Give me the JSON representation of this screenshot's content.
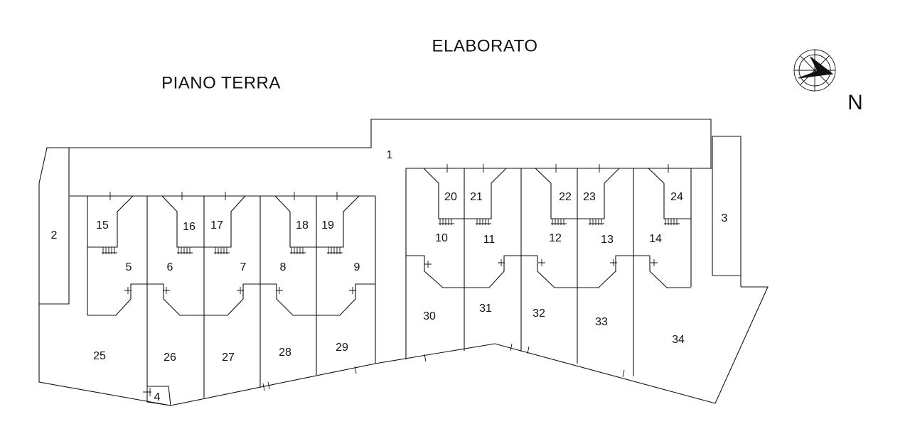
{
  "header": {
    "title": "ELABORATO",
    "subtitle": "PIANO TERRA",
    "north_label": "N"
  },
  "units": [
    {
      "id": "1",
      "label": "1"
    },
    {
      "id": "2",
      "label": "2"
    },
    {
      "id": "3",
      "label": "3"
    },
    {
      "id": "4",
      "label": "4"
    },
    {
      "id": "5",
      "label": "5"
    },
    {
      "id": "6",
      "label": "6"
    },
    {
      "id": "7",
      "label": "7"
    },
    {
      "id": "8",
      "label": "8"
    },
    {
      "id": "9",
      "label": "9"
    },
    {
      "id": "10",
      "label": "10"
    },
    {
      "id": "11",
      "label": "11"
    },
    {
      "id": "12",
      "label": "12"
    },
    {
      "id": "13",
      "label": "13"
    },
    {
      "id": "14",
      "label": "14"
    },
    {
      "id": "15",
      "label": "15"
    },
    {
      "id": "16",
      "label": "16"
    },
    {
      "id": "17",
      "label": "17"
    },
    {
      "id": "18",
      "label": "18"
    },
    {
      "id": "19",
      "label": "19"
    },
    {
      "id": "20",
      "label": "20"
    },
    {
      "id": "21",
      "label": "21"
    },
    {
      "id": "22",
      "label": "22"
    },
    {
      "id": "23",
      "label": "23"
    },
    {
      "id": "24",
      "label": "24"
    },
    {
      "id": "25",
      "label": "25"
    },
    {
      "id": "26",
      "label": "26"
    },
    {
      "id": "27",
      "label": "27"
    },
    {
      "id": "28",
      "label": "28"
    },
    {
      "id": "29",
      "label": "29"
    },
    {
      "id": "30",
      "label": "30"
    },
    {
      "id": "31",
      "label": "31"
    },
    {
      "id": "32",
      "label": "32"
    },
    {
      "id": "33",
      "label": "33"
    },
    {
      "id": "34",
      "label": "34"
    }
  ],
  "colors": {
    "line": "#111111",
    "background": "#ffffff"
  },
  "icons": [
    "compass-rose-icon",
    "stair-symbol-icon"
  ]
}
